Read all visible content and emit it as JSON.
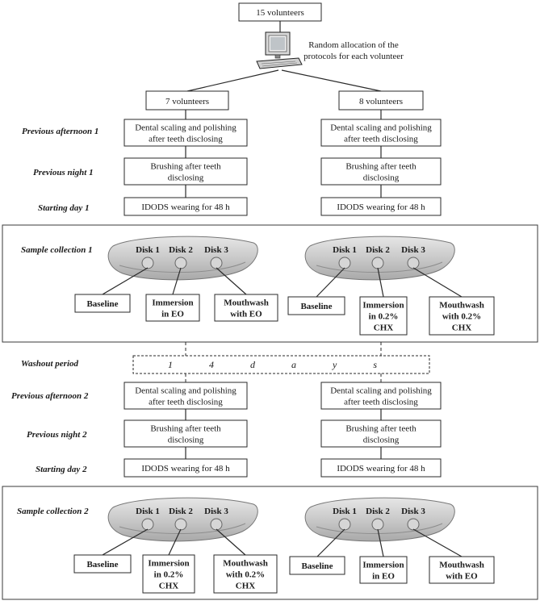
{
  "top_box": "15 volunteers",
  "allocation_note": [
    "Random allocation of the",
    "protocols for each volunteer"
  ],
  "groups": [
    "7 volunteers",
    "8 volunteers"
  ],
  "row_labels": {
    "previous_afternoon_1": "Previous afternoon 1",
    "previous_night_1": "Previous night 1",
    "starting_day_1": "Starting day 1",
    "sample_collection_1": "Sample collection 1",
    "washout": "Washout period",
    "previous_afternoon_2": "Previous afternoon 2",
    "previous_night_2": "Previous night 2",
    "starting_day_2": "Starting day 2",
    "sample_collection_2": "Sample collection 2"
  },
  "steps": {
    "scaling": [
      "Dental scaling and polishing",
      "after teeth disclosing"
    ],
    "brushing": [
      "Brushing after teeth",
      "disclosing"
    ],
    "idods": "IDODS wearing for 48 h"
  },
  "disks": [
    "Disk 1",
    "Disk 2",
    "Disk 3"
  ],
  "outcomes": {
    "baseline": [
      "Baseline"
    ],
    "immersion_eo": [
      "Immersion",
      "in EO"
    ],
    "mouthwash_eo": [
      "Mouthwash",
      "with EO"
    ],
    "immersion_chx": [
      "Immersion",
      "in 0.2%",
      "CHX"
    ],
    "mouthwash_chx": [
      "Mouthwash",
      "with 0.2%",
      "CHX"
    ]
  },
  "washout_text": "1 4 d a y s"
}
